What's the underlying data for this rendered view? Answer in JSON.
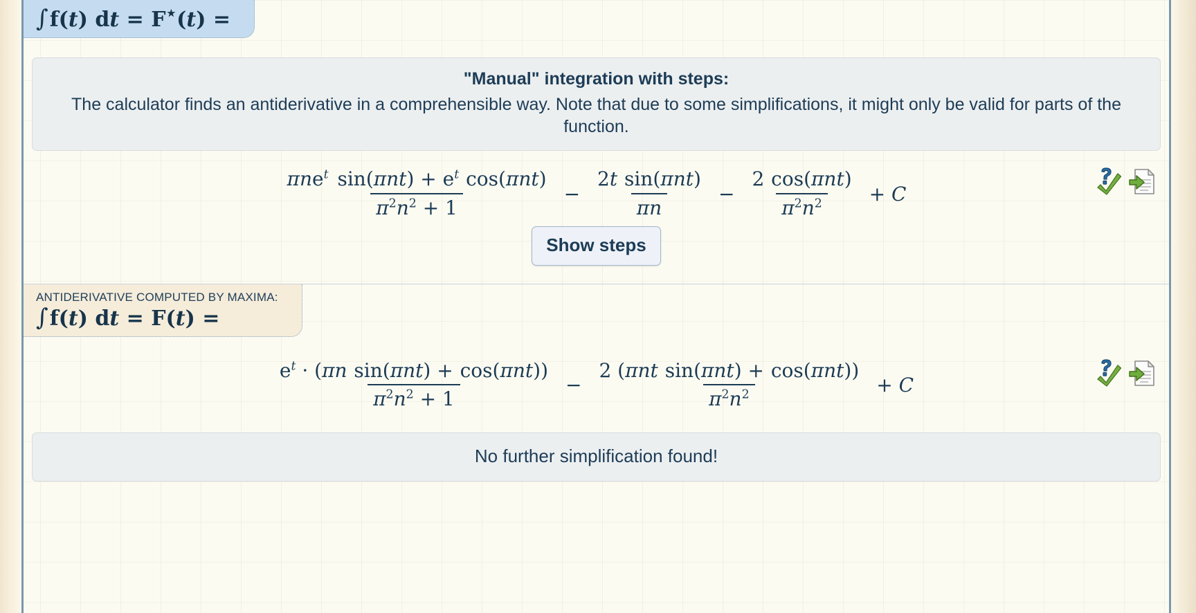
{
  "manual_section": {
    "tab_formula": {
      "integral_symbol": "∫",
      "expression": "f(t) dt = F⋆(t) ="
    },
    "info": {
      "title": "\"Manual\" integration with steps:",
      "body": "The calculator finds an antiderivative in a comprehensible way. Note that due to some simplifications, it might only be valid for parts of the function."
    },
    "result": {
      "term1": {
        "numerator": "πne^t sin(πnt) + e^t cos(πnt)",
        "denominator": "π²n² + 1"
      },
      "op1": "−",
      "term2": {
        "numerator": "2t sin(πnt)",
        "denominator": "πn"
      },
      "op2": "−",
      "term3": {
        "numerator": "2 cos(πnt)",
        "denominator": "π²n²"
      },
      "constant": "+ C",
      "plain_text": "(πne^t sin(πnt) + e^t cos(πnt))/(π²n² + 1) − 2t sin(πnt)/(πn) − 2 cos(πnt)/(π²n²) + C"
    },
    "icons": {
      "verify": "question-check-icon",
      "use_result": "document-arrow-icon"
    },
    "show_steps_label": "Show steps"
  },
  "maxima_section": {
    "tab_caption": "ANTIDERIVATIVE COMPUTED BY MAXIMA:",
    "tab_formula": {
      "integral_symbol": "∫",
      "expression": "f(t) dt = F(t) ="
    },
    "result": {
      "term1": {
        "numerator": "e^t · (πn sin(πnt) + cos(πnt))",
        "denominator": "π²n² + 1"
      },
      "op1": "−",
      "term2": {
        "numerator": "2 (πnt sin(πnt) + cos(πnt))",
        "denominator": "π²n²"
      },
      "constant": "+ C",
      "plain_text": "e^t · (πn sin(πnt) + cos(πnt))/(π²n² + 1) − 2(πnt sin(πnt) + cos(πnt))/(π²n²) + C"
    },
    "icons": {
      "verify": "question-check-icon",
      "use_result": "document-arrow-icon"
    },
    "simplification_note": "No further simplification found!"
  },
  "colors": {
    "accent_blue_tab": "#c5dcf0",
    "accent_cream_tab": "#f5ecda",
    "text": "#1d3c56",
    "panel_bg": "#eceff0",
    "paper_bg": "#fcfbf2"
  }
}
